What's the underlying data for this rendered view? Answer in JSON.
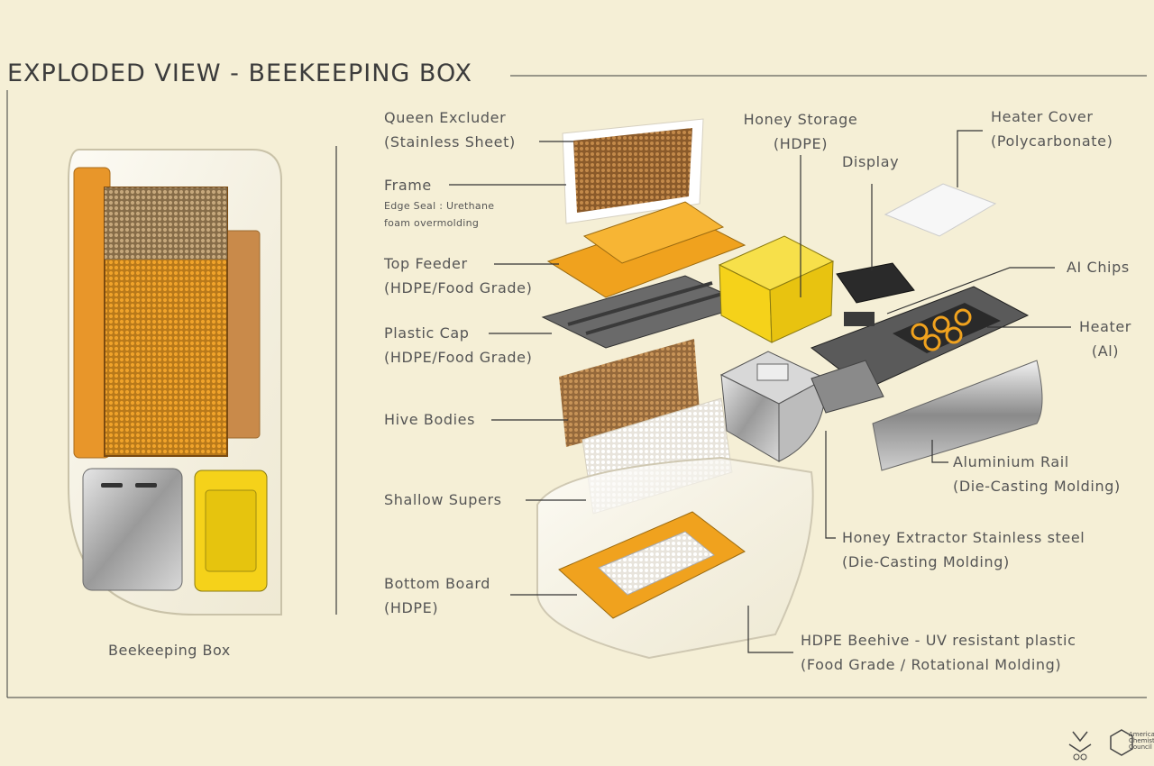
{
  "title": "EXPLODED VIEW - BEEKEEPING BOX",
  "box_caption": "Beekeeping Box",
  "labels": {
    "queen_excluder": {
      "line1": "Queen Excluder",
      "line2": "(Stainless Sheet)"
    },
    "frame": {
      "line1": "Frame",
      "note1": "Edge Seal : Urethane",
      "note2": "foam overmolding"
    },
    "top_feeder": {
      "line1": "Top Feeder",
      "line2": "(HDPE/Food Grade)"
    },
    "plastic_cap": {
      "line1": "Plastic Cap",
      "line2": "(HDPE/Food Grade)"
    },
    "hive_bodies": {
      "line1": "Hive Bodies"
    },
    "shallow_supers": {
      "line1": "Shallow Supers"
    },
    "bottom_board": {
      "line1": "Bottom Board",
      "line2": "(HDPE)"
    },
    "honey_storage": {
      "line1": "Honey Storage",
      "line2": "(HDPE)"
    },
    "display": {
      "line1": "Display"
    },
    "heater_cover": {
      "line1": "Heater Cover",
      "line2": "(Polycarbonate)"
    },
    "ai_chips": {
      "line1": "AI Chips"
    },
    "heater": {
      "line1": "Heater",
      "line2": "(Al)"
    },
    "aluminium_rail": {
      "line1": "Aluminium Rail",
      "line2": "(Die-Casting Molding)"
    },
    "honey_extractor": {
      "line1": "Honey Extractor Stainless steel",
      "line2": "(Die-Casting Molding)"
    },
    "beehive": {
      "line1": "HDPE Beehive -  UV resistant plastic",
      "line2": "(Food Grade / Rotational Molding)"
    }
  },
  "logos": {
    "acc": {
      "line1": "American",
      "line2": "Chemistry",
      "line3": "Council"
    }
  },
  "colors": {
    "background": "#f5efd6",
    "accent_orange": "#f0a21e",
    "accent_yellow": "#f5d21a",
    "line": "#3c3c3c"
  }
}
